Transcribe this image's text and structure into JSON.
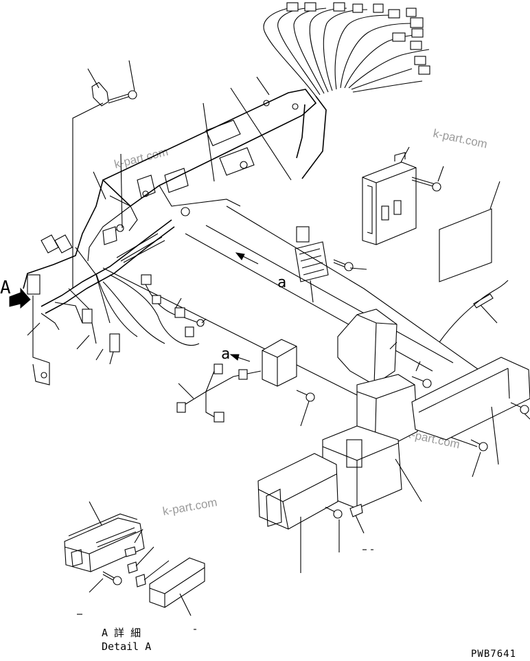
{
  "diagram": {
    "view_label": "A",
    "section_label_1": "a",
    "section_label_2": "a",
    "detail_caption_jp": "A 詳 細",
    "detail_caption_en": "Detail A",
    "drawing_number": "PWB7641",
    "watermarks": [
      "k-part.com",
      "k-part.com",
      "k-part.com",
      "k-part.com"
    ]
  }
}
